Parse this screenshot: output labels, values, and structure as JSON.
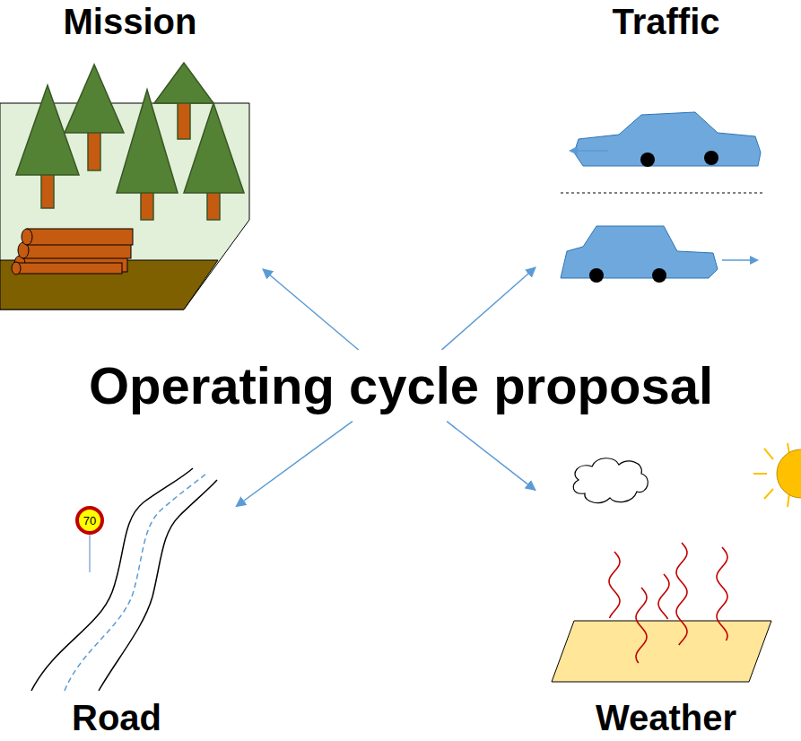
{
  "diagram": {
    "nodes": [
      {
        "text": [
          "Mission"
        ]
      },
      {
        "text": [
          "Traffic"
        ]
      },
      {
        "text": [
          "Operating cycle proposal"
        ]
      },
      {
        "text": [
          "Road"
        ]
      },
      {
        "text": [
          "Weather"
        ]
      }
    ],
    "edges": [
      {
        "from": 2,
        "to": 0,
        "arrow": "to"
      },
      {
        "from": 2,
        "to": 1,
        "arrow": "to"
      },
      {
        "from": 2,
        "to": 3,
        "arrow": "to"
      },
      {
        "from": 2,
        "to": 4,
        "arrow": "to"
      }
    ],
    "labels": [
      "70"
    ]
  }
}
